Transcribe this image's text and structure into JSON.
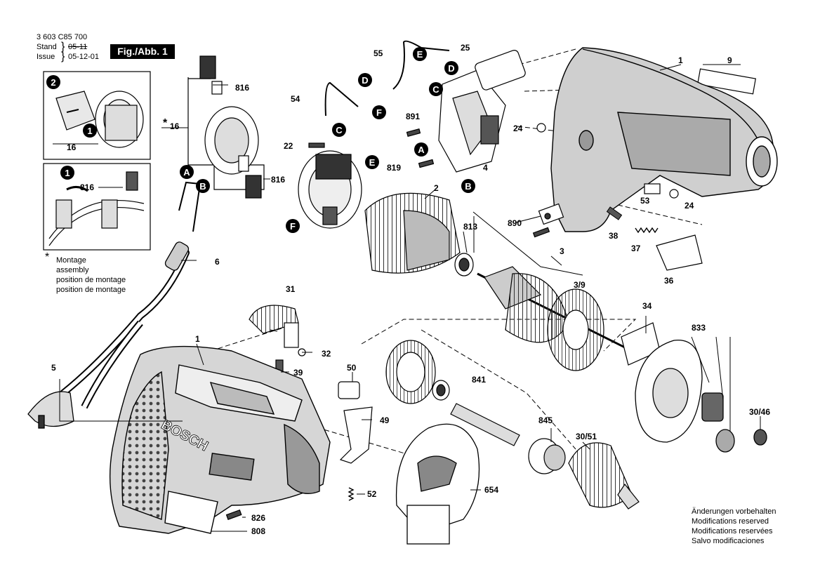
{
  "header": {
    "doc_number": "3 603 C85 700",
    "stand_label": "Stand",
    "stand_value": "05-11",
    "issue_label": "Issue",
    "issue_value": "05-12-01",
    "figure_label": "Fig./Abb. 1"
  },
  "assembly_note": {
    "star": "*",
    "lines": [
      "Montage",
      "assembly",
      "position de montage",
      "position de montage"
    ]
  },
  "footer": {
    "lines": [
      "Änderungen vorbehalten",
      "Modifications reserved",
      "Modifications reservées",
      "Salvo modificaciones"
    ]
  },
  "brand_text": "BOSCH",
  "part_labels": {
    "p1a": "1",
    "p9": "9",
    "p25": "25",
    "p55": "55",
    "p54": "54",
    "p891": "891",
    "p24a": "24",
    "p22": "22",
    "p819": "819",
    "p4": "4",
    "p816a": "816",
    "p16": "16",
    "p16b": "16",
    "p816b": "816",
    "p816c": "816",
    "p2": "2",
    "p53": "53",
    "p24b": "24",
    "p813": "813",
    "p890": "890",
    "p38": "38",
    "p37": "37",
    "p3": "3",
    "p36": "36",
    "p6": "6",
    "p3_9": "3/9",
    "p31": "31",
    "p34": "34",
    "p32": "32",
    "p1b": "1",
    "p39": "39",
    "p833": "833",
    "p50": "50",
    "p5": "5",
    "p841": "841",
    "p49": "49",
    "p30_46": "30/46",
    "p845": "845",
    "p30_51": "30/51",
    "p654": "654",
    "p52": "52",
    "p826": "826",
    "p808": "808"
  },
  "callouts": {
    "A1": "A",
    "A2": "A",
    "B1": "B",
    "B2": "B",
    "C1": "C",
    "C2": "C",
    "D1": "D",
    "D2": "D",
    "E1": "E",
    "E2": "E",
    "F1": "F",
    "F2": "F",
    "n1a": "1",
    "n2a": "2",
    "n1b": "1"
  }
}
